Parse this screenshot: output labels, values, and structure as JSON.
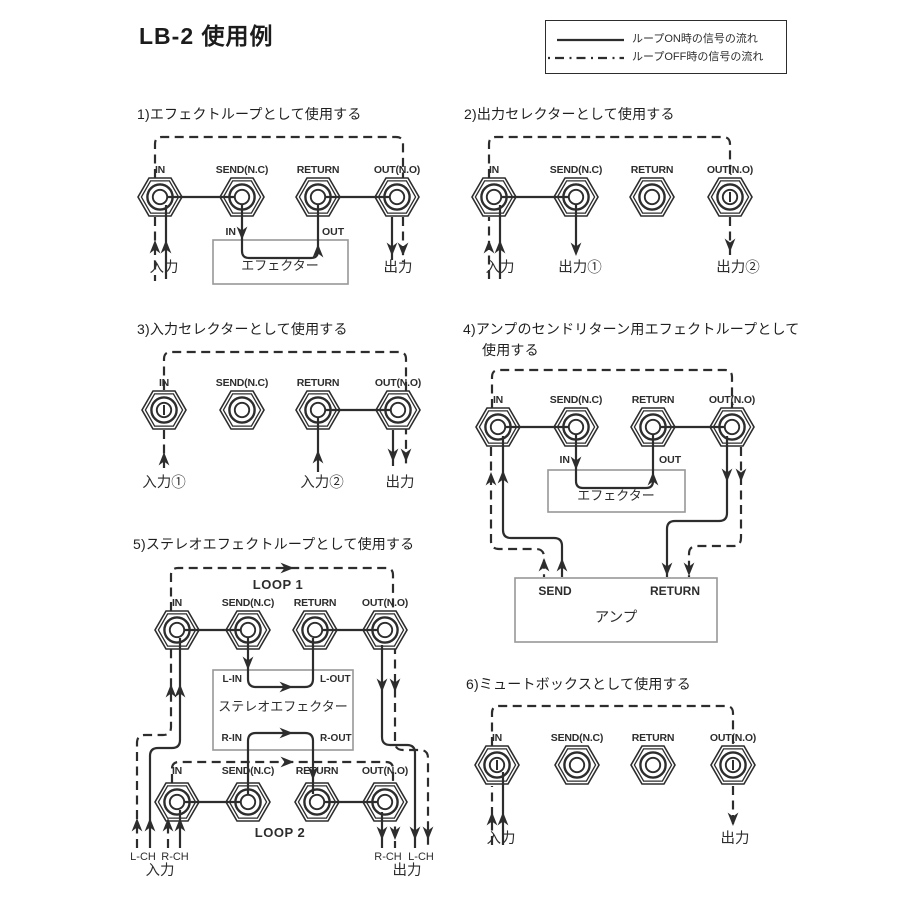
{
  "page": {
    "title": "LB-2 使用例"
  },
  "legend": {
    "on_label": "ループON時の信号の流れ",
    "off_label": "ループOFF時の信号の流れ"
  },
  "jack_labels": {
    "in": "IN",
    "send": "SEND(N.C)",
    "ret": "RETURN",
    "out": "OUT(N.O)"
  },
  "colors": {
    "line": "#2d2d2d",
    "box_border": "#979797"
  },
  "d1": {
    "title": "1)エフェクトループとして使用する",
    "effector": "エフェクター",
    "box_in": "IN",
    "box_out": "OUT",
    "input": "入力",
    "output": "出力"
  },
  "d2": {
    "title": "2)出力セレクターとして使用する",
    "input": "入力",
    "output1": "出力①",
    "output2": "出力②"
  },
  "d3": {
    "title": "3)入力セレクターとして使用する",
    "input1": "入力①",
    "input2": "入力②",
    "output": "出力"
  },
  "d4": {
    "title1": "4)アンプのセンドリターン用エフェクトループとして",
    "title2": "使用する",
    "effector": "エフェクター",
    "box_in": "IN",
    "box_out": "OUT",
    "amp": "アンプ",
    "amp_send": "SEND",
    "amp_return": "RETURN"
  },
  "d5": {
    "title": "5)ステレオエフェクトループとして使用する",
    "loop1": "LOOP 1",
    "loop2": "LOOP 2",
    "effector": "ステレオエフェクター",
    "l_in": "L-IN",
    "l_out": "L-OUT",
    "r_in": "R-IN",
    "r_out": "R-OUT",
    "in_l": "L-CH",
    "in_r": "R-CH",
    "out_r": "R-CH",
    "out_l": "L-CH",
    "input": "入力",
    "output": "出力"
  },
  "d6": {
    "title": "6)ミュートボックスとして使用する",
    "input": "入力",
    "output": "出力"
  }
}
